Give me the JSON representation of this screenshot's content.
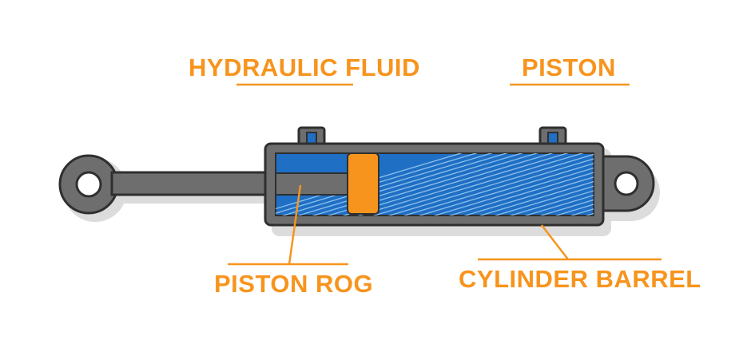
{
  "theme": {
    "label_color": "#f7941d",
    "body_color": "#6e6e6e",
    "outline_color": "#2f2f2f",
    "fluid_color": "#1f6fc4",
    "piston_color": "#f7941d",
    "shadow_color": "#dcdcdc"
  },
  "labels": {
    "hydraulic_fluid": "HYDRAULIC FLUID",
    "piston": "PISTON",
    "piston_rod": "PISTON ROG",
    "cylinder_barrel": "CYLINDER BARREL"
  },
  "parts": {
    "rod_end_eye": "rod-end-eye",
    "cap_end_eye": "cap-end-eye",
    "ports": [
      "fluid-port-left",
      "fluid-port-right"
    ]
  }
}
